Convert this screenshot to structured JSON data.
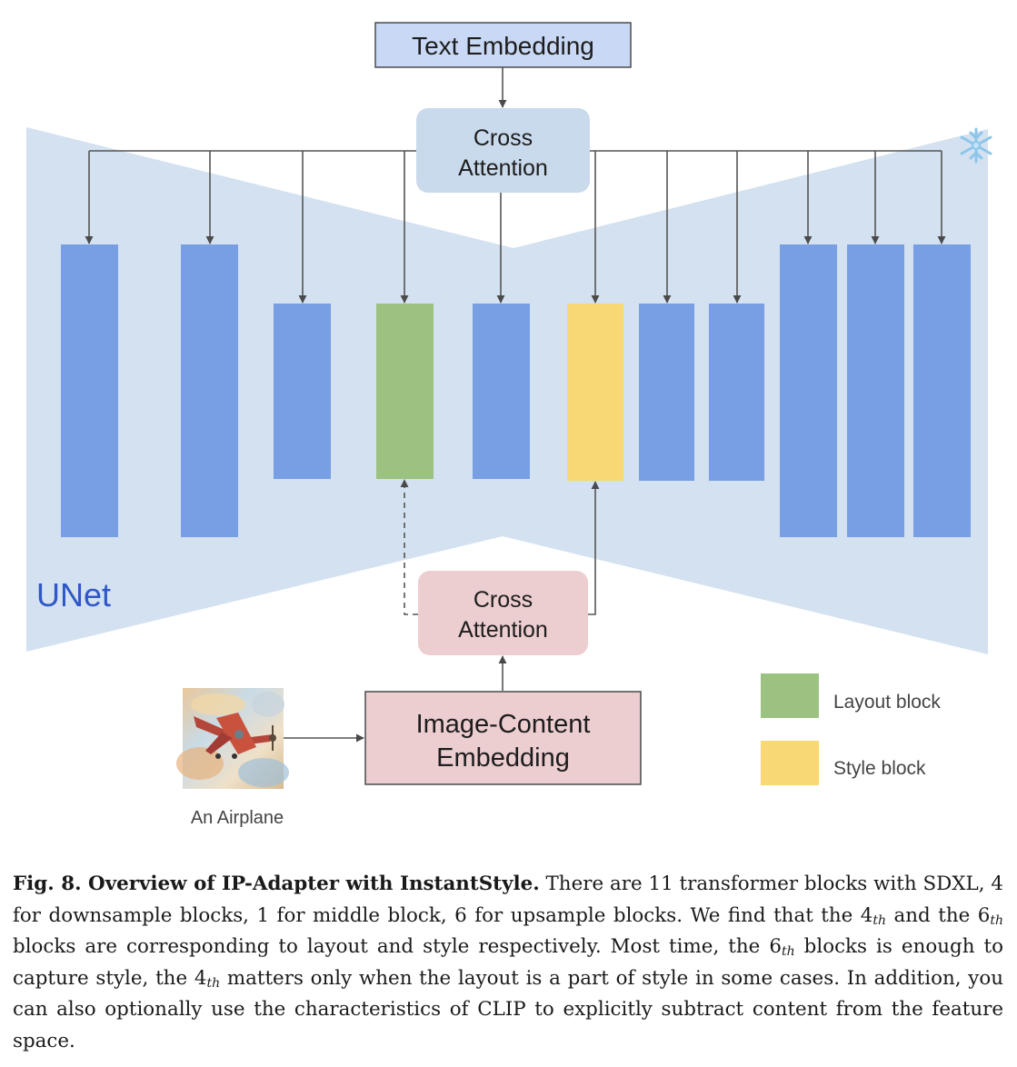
{
  "diagram": {
    "text_embedding": "Text Embedding",
    "cross_attention_top": [
      "Cross",
      "Attention"
    ],
    "cross_attention_bottom": [
      "Cross",
      "Attention"
    ],
    "unet_label": "UNet",
    "image_content_embedding": [
      "Image-Content",
      "Embedding"
    ],
    "input_image_caption": "An Airplane",
    "frozen_icon": "snowflake-icon",
    "block_count": 11,
    "layout_block_index": 4,
    "style_block_index": 6,
    "legend": {
      "layout": "Layout block",
      "style": "Style block"
    },
    "colors": {
      "unet_bg": "#d3e1f0",
      "block_blue": "#789ee4",
      "layout_green": "#9cc281",
      "style_yellow": "#f7d874",
      "text_embedding_fill": "#c9d9f5",
      "cross_attention_top_fill": "#c9daec",
      "pink_fill": "#eccdd0",
      "unet_text": "#2f57c7"
    }
  },
  "caption": {
    "title": "Fig. 8. Overview of IP-Adapter with InstantStyle.",
    "p1": " There are 11 transformer blocks with SDXL, 4 for downsample blocks, 1 for middle block, 6 for upsample blocks. We find that the 4",
    "sub1": "th",
    "p2": " and the 6",
    "sub2": "th",
    "p3": " blocks are corresponding to layout and style respectively. Most time, the 6",
    "sub3": "th",
    "p4": " blocks is enough to capture style, the 4",
    "sub4": "th",
    "p5": " matters only when the layout is a part of style in some cases. In addition, you can also optionally use the characteristics of CLIP to explicitly subtract content from the feature space."
  }
}
